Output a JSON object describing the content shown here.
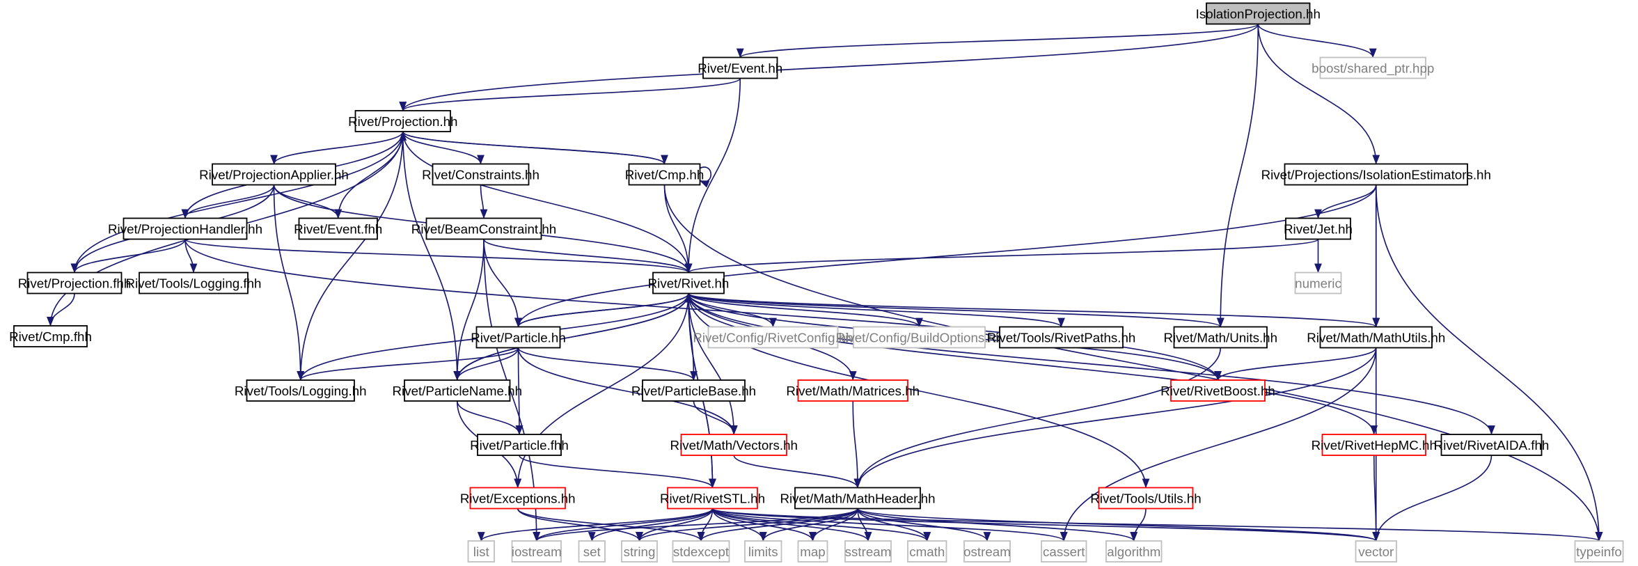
{
  "colors": {
    "edge": "#191970",
    "root_fill": "#bfbfbf",
    "border_normal": "#000000",
    "border_missing": "#bfbfbf",
    "border_truncated": "#ff0000",
    "text_normal": "#000000",
    "text_missing": "#7f7f7f"
  },
  "diagram": {
    "nodes": [
      {
        "id": "IsolationProjection.hh",
        "kind": "root"
      },
      {
        "id": "Rivet/Event.hh",
        "kind": "normal"
      },
      {
        "id": "boost/shared_ptr.hpp",
        "kind": "missing"
      },
      {
        "id": "Rivet/Projection.hh",
        "kind": "normal"
      },
      {
        "id": "Rivet/Projections/IsolationEstimators.hh",
        "kind": "normal"
      },
      {
        "id": "Rivet/ProjectionApplier.hh",
        "kind": "normal"
      },
      {
        "id": "Rivet/Constraints.hh",
        "kind": "normal"
      },
      {
        "id": "Rivet/Cmp.hh",
        "kind": "normal"
      },
      {
        "id": "Rivet/ProjectionHandler.hh",
        "kind": "normal"
      },
      {
        "id": "Rivet/Event.fhh",
        "kind": "normal"
      },
      {
        "id": "Rivet/BeamConstraint.hh",
        "kind": "normal"
      },
      {
        "id": "Rivet/Jet.hh",
        "kind": "normal"
      },
      {
        "id": "Rivet/Projection.fhh",
        "kind": "normal"
      },
      {
        "id": "Rivet/Tools/Logging.fhh",
        "kind": "normal"
      },
      {
        "id": "Rivet/Rivet.hh",
        "kind": "normal"
      },
      {
        "id": "numeric",
        "kind": "missing"
      },
      {
        "id": "Rivet/Cmp.fhh",
        "kind": "normal"
      },
      {
        "id": "Rivet/Particle.hh",
        "kind": "normal"
      },
      {
        "id": "Rivet/Config/RivetConfig.hh",
        "kind": "missing"
      },
      {
        "id": "Rivet/Config/BuildOptions.hh",
        "kind": "missing"
      },
      {
        "id": "Rivet/Tools/RivetPaths.hh",
        "kind": "normal"
      },
      {
        "id": "Rivet/Math/Units.hh",
        "kind": "normal"
      },
      {
        "id": "Rivet/Math/MathUtils.hh",
        "kind": "normal"
      },
      {
        "id": "Rivet/Tools/Logging.hh",
        "kind": "normal"
      },
      {
        "id": "Rivet/ParticleName.hh",
        "kind": "normal"
      },
      {
        "id": "Rivet/ParticleBase.hh",
        "kind": "normal"
      },
      {
        "id": "Rivet/Math/Matrices.hh",
        "kind": "truncated"
      },
      {
        "id": "Rivet/RivetBoost.hh",
        "kind": "truncated"
      },
      {
        "id": "Rivet/Particle.fhh",
        "kind": "normal"
      },
      {
        "id": "Rivet/Math/Vectors.hh",
        "kind": "truncated"
      },
      {
        "id": "Rivet/RivetHepMC.hh",
        "kind": "truncated"
      },
      {
        "id": "Rivet/RivetAIDA.fhh",
        "kind": "normal"
      },
      {
        "id": "Rivet/Exceptions.hh",
        "kind": "truncated"
      },
      {
        "id": "Rivet/RivetSTL.hh",
        "kind": "truncated"
      },
      {
        "id": "Rivet/Math/MathHeader.hh",
        "kind": "normal"
      },
      {
        "id": "Rivet/Tools/Utils.hh",
        "kind": "truncated"
      },
      {
        "id": "list",
        "kind": "missing"
      },
      {
        "id": "iostream",
        "kind": "missing"
      },
      {
        "id": "set",
        "kind": "missing"
      },
      {
        "id": "string",
        "kind": "missing"
      },
      {
        "id": "stdexcept",
        "kind": "missing"
      },
      {
        "id": "limits",
        "kind": "missing"
      },
      {
        "id": "map",
        "kind": "missing"
      },
      {
        "id": "sstream",
        "kind": "missing"
      },
      {
        "id": "cmath",
        "kind": "missing"
      },
      {
        "id": "ostream",
        "kind": "missing"
      },
      {
        "id": "cassert",
        "kind": "missing"
      },
      {
        "id": "algorithm",
        "kind": "missing"
      },
      {
        "id": "vector",
        "kind": "missing"
      },
      {
        "id": "typeinfo",
        "kind": "missing"
      }
    ],
    "edges": [
      [
        "IsolationProjection.hh",
        "Rivet/Event.hh"
      ],
      [
        "IsolationProjection.hh",
        "boost/shared_ptr.hpp"
      ],
      [
        "IsolationProjection.hh",
        "Rivet/Projection.hh"
      ],
      [
        "IsolationProjection.hh",
        "Rivet/Projections/IsolationEstimators.hh"
      ],
      [
        "IsolationProjection.hh",
        "Rivet/Math/Units.hh"
      ],
      [
        "Rivet/Event.hh",
        "Rivet/Projection.hh"
      ],
      [
        "Rivet/Event.hh",
        "Rivet/Rivet.hh"
      ],
      [
        "Rivet/Projection.hh",
        "Rivet/ProjectionApplier.hh"
      ],
      [
        "Rivet/Projection.hh",
        "Rivet/Constraints.hh"
      ],
      [
        "Rivet/Projection.hh",
        "Rivet/Cmp.hh"
      ],
      [
        "Rivet/Projection.hh",
        "Rivet/ProjectionHandler.hh"
      ],
      [
        "Rivet/Projection.hh",
        "Rivet/Event.fhh"
      ],
      [
        "Rivet/Projection.hh",
        "Rivet/Projection.fhh"
      ],
      [
        "Rivet/Projection.hh",
        "Rivet/Rivet.hh"
      ],
      [
        "Rivet/Projection.hh",
        "Rivet/Cmp.fhh"
      ],
      [
        "Rivet/Projection.hh",
        "Rivet/Tools/Logging.hh"
      ],
      [
        "Rivet/Projection.hh",
        "Rivet/ParticleName.hh"
      ],
      [
        "Rivet/Cmp.hh",
        "Rivet/Projection.hh"
      ],
      [
        "Rivet/Cmp.hh",
        "Rivet/Cmp.hh"
      ],
      [
        "Rivet/Cmp.hh",
        "Rivet/Rivet.hh"
      ],
      [
        "Rivet/Cmp.hh",
        "typeinfo"
      ],
      [
        "Rivet/ProjectionApplier.hh",
        "Rivet/ProjectionHandler.hh"
      ],
      [
        "Rivet/ProjectionApplier.hh",
        "Rivet/Event.fhh"
      ],
      [
        "Rivet/ProjectionApplier.hh",
        "Rivet/Projection.fhh"
      ],
      [
        "Rivet/ProjectionApplier.hh",
        "Rivet/Tools/Logging.hh"
      ],
      [
        "Rivet/ProjectionApplier.hh",
        "Rivet/Rivet.hh"
      ],
      [
        "Rivet/Constraints.hh",
        "Rivet/BeamConstraint.hh"
      ],
      [
        "Rivet/ProjectionHandler.hh",
        "Rivet/Projection.fhh"
      ],
      [
        "Rivet/ProjectionHandler.hh",
        "Rivet/Tools/Logging.fhh"
      ],
      [
        "Rivet/ProjectionHandler.hh",
        "Rivet/Rivet.hh"
      ],
      [
        "Rivet/ProjectionHandler.hh",
        "Rivet/RivetBoost.hh"
      ],
      [
        "Rivet/BeamConstraint.hh",
        "Rivet/Rivet.hh"
      ],
      [
        "Rivet/BeamConstraint.hh",
        "Rivet/Particle.hh"
      ],
      [
        "Rivet/BeamConstraint.hh",
        "Rivet/ParticleName.hh"
      ],
      [
        "Rivet/BeamConstraint.hh",
        "iostream"
      ],
      [
        "Rivet/Projections/IsolationEstimators.hh",
        "Rivet/Jet.hh"
      ],
      [
        "Rivet/Projections/IsolationEstimators.hh",
        "Rivet/Particle.hh"
      ],
      [
        "Rivet/Projections/IsolationEstimators.hh",
        "Rivet/Math/MathUtils.hh"
      ],
      [
        "Rivet/Projections/IsolationEstimators.hh",
        "vector"
      ],
      [
        "Rivet/Projections/IsolationEstimators.hh",
        "typeinfo"
      ],
      [
        "Rivet/Jet.hh",
        "Rivet/Rivet.hh"
      ],
      [
        "Rivet/Jet.hh",
        "numeric"
      ],
      [
        "Rivet/Projection.fhh",
        "Rivet/Cmp.fhh"
      ],
      [
        "Rivet/Rivet.hh",
        "Rivet/Particle.hh"
      ],
      [
        "Rivet/Rivet.hh",
        "Rivet/Config/RivetConfig.hh"
      ],
      [
        "Rivet/Rivet.hh",
        "Rivet/Config/BuildOptions.hh"
      ],
      [
        "Rivet/Rivet.hh",
        "Rivet/Tools/RivetPaths.hh"
      ],
      [
        "Rivet/Rivet.hh",
        "Rivet/Math/Units.hh"
      ],
      [
        "Rivet/Rivet.hh",
        "Rivet/Math/MathUtils.hh"
      ],
      [
        "Rivet/Rivet.hh",
        "Rivet/Math/Matrices.hh"
      ],
      [
        "Rivet/Rivet.hh",
        "Rivet/Math/Vectors.hh"
      ],
      [
        "Rivet/Rivet.hh",
        "Rivet/RivetBoost.hh"
      ],
      [
        "Rivet/Rivet.hh",
        "Rivet/RivetHepMC.hh"
      ],
      [
        "Rivet/Rivet.hh",
        "Rivet/RivetAIDA.fhh"
      ],
      [
        "Rivet/Rivet.hh",
        "Rivet/Exceptions.hh"
      ],
      [
        "Rivet/Rivet.hh",
        "Rivet/RivetSTL.hh"
      ],
      [
        "Rivet/Rivet.hh",
        "Rivet/Tools/Utils.hh"
      ],
      [
        "Rivet/Rivet.hh",
        "Rivet/ParticleName.hh"
      ],
      [
        "Rivet/Particle.hh",
        "Rivet/Rivet.hh"
      ],
      [
        "Rivet/Particle.hh",
        "Rivet/Tools/Logging.hh"
      ],
      [
        "Rivet/Particle.hh",
        "Rivet/ParticleName.hh"
      ],
      [
        "Rivet/Particle.hh",
        "Rivet/ParticleBase.hh"
      ],
      [
        "Rivet/Particle.hh",
        "Rivet/Particle.fhh"
      ],
      [
        "Rivet/Particle.hh",
        "Rivet/Math/Vectors.hh"
      ],
      [
        "Rivet/Tools/Logging.hh",
        "Rivet/Rivet.hh"
      ],
      [
        "Rivet/ParticleName.hh",
        "Rivet/Rivet.hh"
      ],
      [
        "Rivet/ParticleName.hh",
        "Rivet/Particle.fhh"
      ],
      [
        "Rivet/ParticleName.hh",
        "Rivet/Exceptions.hh"
      ],
      [
        "Rivet/ParticleBase.hh",
        "Rivet/Rivet.hh"
      ],
      [
        "Rivet/ParticleBase.hh",
        "Rivet/Math/Vectors.hh"
      ],
      [
        "Rivet/Particle.fhh",
        "Rivet/RivetSTL.hh"
      ],
      [
        "Rivet/Math/Units.hh",
        "Rivet/Math/MathHeader.hh"
      ],
      [
        "Rivet/Math/MathUtils.hh",
        "Rivet/Math/MathHeader.hh"
      ],
      [
        "Rivet/Math/MathUtils.hh",
        "Rivet/RivetBoost.hh"
      ],
      [
        "Rivet/Math/MathUtils.hh",
        "cassert"
      ],
      [
        "Rivet/Math/Matrices.hh",
        "Rivet/Math/MathHeader.hh"
      ],
      [
        "Rivet/Math/Vectors.hh",
        "Rivet/Math/MathHeader.hh"
      ],
      [
        "Rivet/RivetHepMC.hh",
        "vector"
      ],
      [
        "Rivet/RivetAIDA.fhh",
        "vector"
      ],
      [
        "Rivet/Exceptions.hh",
        "string"
      ],
      [
        "Rivet/Exceptions.hh",
        "stdexcept"
      ],
      [
        "Rivet/RivetSTL.hh",
        "Rivet/Rivet.hh"
      ],
      [
        "Rivet/RivetSTL.hh",
        "list"
      ],
      [
        "Rivet/RivetSTL.hh",
        "iostream"
      ],
      [
        "Rivet/RivetSTL.hh",
        "set"
      ],
      [
        "Rivet/RivetSTL.hh",
        "string"
      ],
      [
        "Rivet/RivetSTL.hh",
        "stdexcept"
      ],
      [
        "Rivet/RivetSTL.hh",
        "limits"
      ],
      [
        "Rivet/RivetSTL.hh",
        "map"
      ],
      [
        "Rivet/RivetSTL.hh",
        "sstream"
      ],
      [
        "Rivet/RivetSTL.hh",
        "cmath"
      ],
      [
        "Rivet/RivetSTL.hh",
        "cassert"
      ],
      [
        "Rivet/RivetSTL.hh",
        "vector"
      ],
      [
        "Rivet/RivetSTL.hh",
        "typeinfo"
      ],
      [
        "Rivet/Math/MathHeader.hh",
        "iostream"
      ],
      [
        "Rivet/Math/MathHeader.hh",
        "string"
      ],
      [
        "Rivet/Math/MathHeader.hh",
        "stdexcept"
      ],
      [
        "Rivet/Math/MathHeader.hh",
        "limits"
      ],
      [
        "Rivet/Math/MathHeader.hh",
        "map"
      ],
      [
        "Rivet/Math/MathHeader.hh",
        "sstream"
      ],
      [
        "Rivet/Math/MathHeader.hh",
        "cmath"
      ],
      [
        "Rivet/Math/MathHeader.hh",
        "ostream"
      ],
      [
        "Rivet/Math/MathHeader.hh",
        "algorithm"
      ],
      [
        "Rivet/Math/MathHeader.hh",
        "vector"
      ],
      [
        "Rivet/Tools/Utils.hh",
        "algorithm"
      ]
    ]
  }
}
